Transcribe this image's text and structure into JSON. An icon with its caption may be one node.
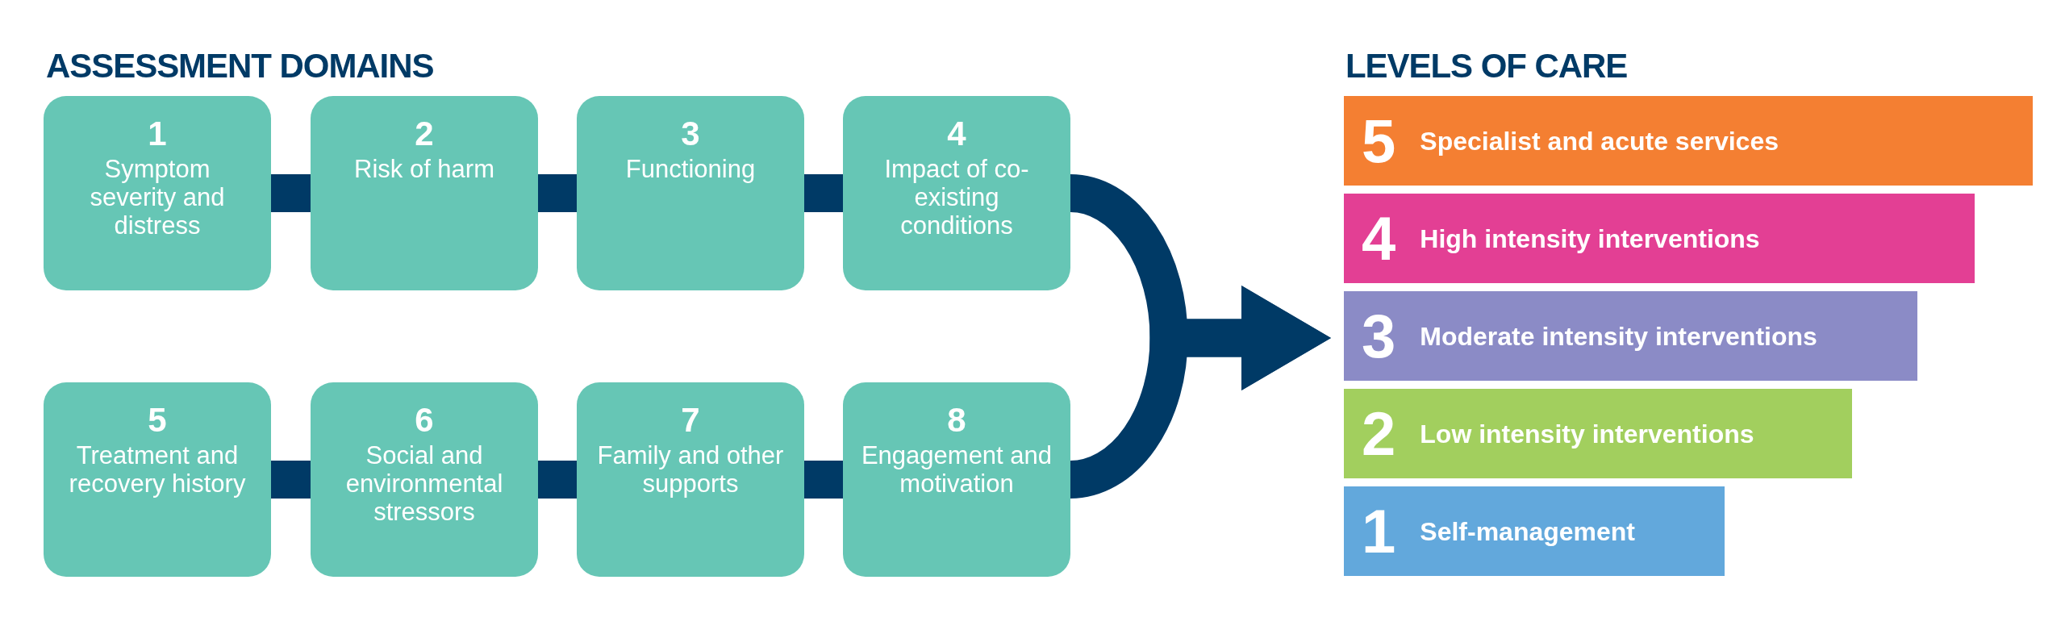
{
  "diagram": {
    "nodes": [
      {
        "text": [
          "1",
          "Symptom severity and distress"
        ]
      },
      {
        "text": [
          "2",
          "Risk of harm"
        ]
      },
      {
        "text": [
          "3",
          "Functioning"
        ]
      },
      {
        "text": [
          "4",
          "Impact of co-existing conditions"
        ]
      },
      {
        "text": [
          "5",
          "Treatment and recovery history"
        ]
      },
      {
        "text": [
          "6",
          "Social and environmental stressors"
        ]
      },
      {
        "text": [
          "7",
          "Family and other supports"
        ]
      },
      {
        "text": [
          "8",
          "Engagement and motivation"
        ]
      },
      {
        "text": [
          "5",
          "Specialist and acute services"
        ]
      },
      {
        "text": [
          "4",
          "High intensity interventions"
        ]
      },
      {
        "text": [
          "3",
          "Moderate intensity interventions"
        ]
      },
      {
        "text": [
          "2",
          "Low intensity interventions"
        ]
      },
      {
        "text": [
          "1",
          "Self-management"
        ]
      }
    ],
    "edges": [
      {
        "from": 0,
        "to": 1,
        "arrow": "none"
      },
      {
        "from": 1,
        "to": 2,
        "arrow": "none"
      },
      {
        "from": 2,
        "to": 3,
        "arrow": "none"
      },
      {
        "from": 4,
        "to": 5,
        "arrow": "none"
      },
      {
        "from": 5,
        "to": 6,
        "arrow": "none"
      },
      {
        "from": 6,
        "to": 7,
        "arrow": "none"
      },
      {
        "from": 3,
        "to": 10,
        "arrow": "to"
      },
      {
        "from": 7,
        "to": 10,
        "arrow": "to"
      }
    ],
    "labels": [
      "ASSESSMENT DOMAINS",
      "LEVELS OF CARE"
    ]
  }
}
